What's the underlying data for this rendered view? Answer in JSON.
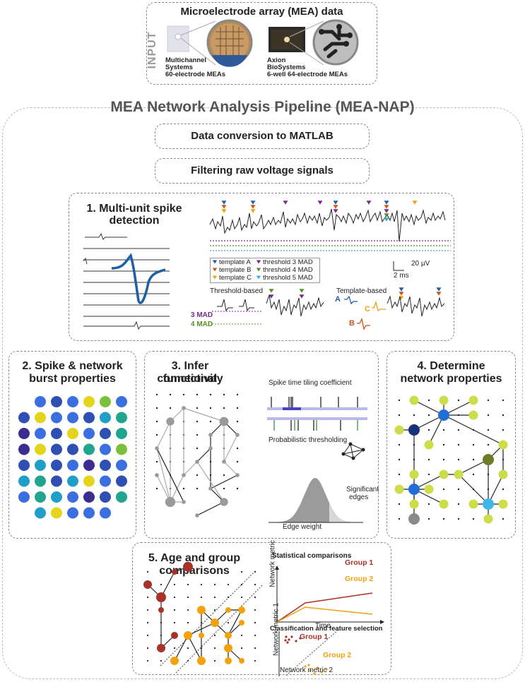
{
  "input": {
    "title": "Microelectrode array (MEA) data",
    "side_label": "INPUT",
    "mcs_caption": [
      "Multichannel",
      "Systems",
      "60-electrode MEAs"
    ],
    "axion_caption": [
      "Axion",
      "BioSystems",
      "6-well 64-electrode MEAs"
    ]
  },
  "pipeline": {
    "title": "MEA Network Analysis Pipeline (MEA-NAP)",
    "step_conversion": "Data conversion to MATLAB",
    "step_filtering": "Filtering raw voltage signals"
  },
  "spike_detection": {
    "title": [
      "1. Multi-unit spike",
      "detection"
    ],
    "legend": [
      {
        "label": "template A",
        "color": "#1f5fa8",
        "marker": "triangle-down"
      },
      {
        "label": "template B",
        "color": "#d0531a",
        "marker": "triangle-down"
      },
      {
        "label": "template C",
        "color": "#f2a20c",
        "marker": "triangle-down"
      },
      {
        "label": "threshold 3 MAD",
        "color": "#7b2a8c",
        "marker": "triangle-down"
      },
      {
        "label": "threshold 4 MAD",
        "color": "#5a8f22",
        "marker": "triangle-down"
      },
      {
        "label": "threshold 5 MAD",
        "color": "#34b0d6",
        "marker": "triangle-down"
      }
    ],
    "scale_y": "20 µV",
    "scale_x": "2 ms",
    "threshold_based": "Threshold-based",
    "template_based": "Template-based",
    "mad3": "3 MAD",
    "mad4": "4 MAD",
    "tmpl_a": "A",
    "tmpl_b": "B",
    "tmpl_c": "C"
  },
  "burst": {
    "title": [
      "2. Spike & network",
      "burst properties"
    ]
  },
  "connectivity": {
    "title": [
      "3. Infer functional",
      "connectivity"
    ],
    "sttc": "Spike time tiling coefficient",
    "prob": "Probabilistic thresholding",
    "edge_weight": "Edge weight",
    "significant": [
      "Significant",
      "edges"
    ]
  },
  "network": {
    "title": [
      "4. Determine",
      "network properties"
    ]
  },
  "comparisons": {
    "title": [
      "5. Age and group",
      "comparisons"
    ],
    "stat_title": "Statistical comparisons",
    "group1": "Group 1",
    "group2": "Group 2",
    "y_metric": "Network metric",
    "x_time": "Time",
    "class_title": "Classification and feature selection",
    "y_metric1": "Network metric 1",
    "x_metric2": "Network metric 2"
  },
  "colors": {
    "group1": "#a8312a",
    "group2": "#f2a20c",
    "hub_blue": "#1f6fd6",
    "node_lime": "#cddd4a"
  }
}
